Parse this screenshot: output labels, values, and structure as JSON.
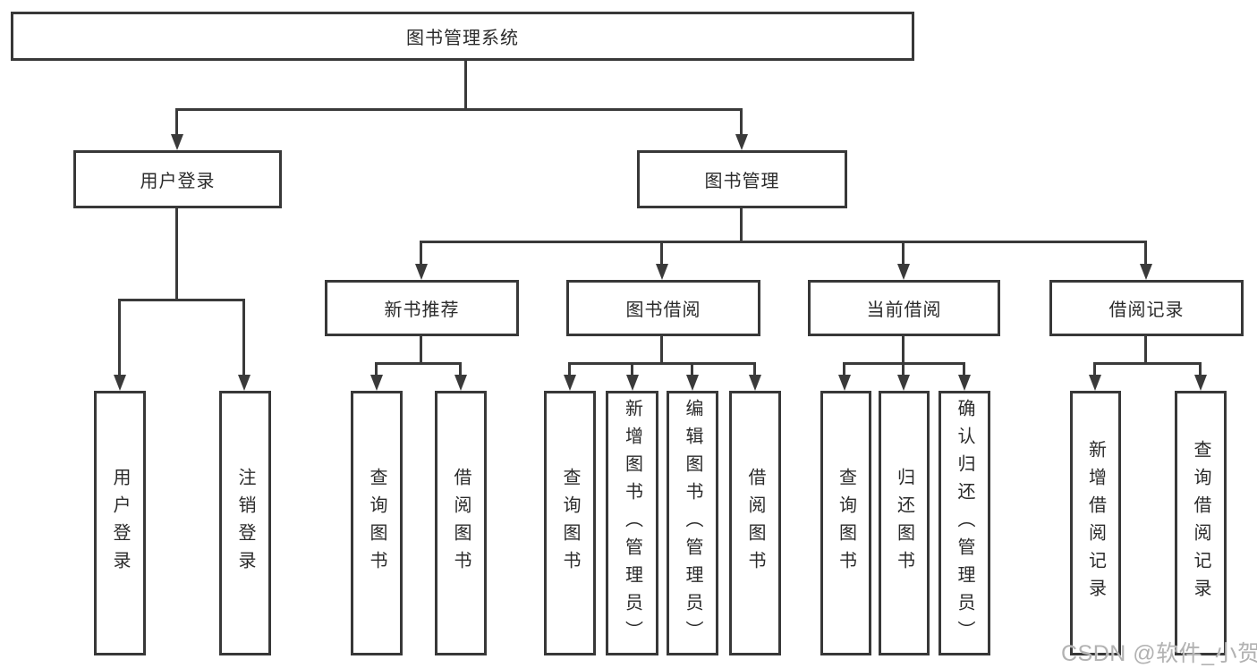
{
  "diagram": {
    "root": {
      "label": "图书管理系统"
    },
    "level2": [
      {
        "label": "用户登录"
      },
      {
        "label": "图书管理"
      }
    ],
    "level3": [
      {
        "label": "新书推荐"
      },
      {
        "label": "图书借阅"
      },
      {
        "label": "当前借阅"
      },
      {
        "label": "借阅记录"
      }
    ],
    "leaves": {
      "user_login": [
        "用户登录",
        "注销登录"
      ],
      "new_book": [
        "查询图书",
        "借阅图书"
      ],
      "book_borrow": [
        "查询图书",
        "新增图书（管理员）",
        "编辑图书（管理员）",
        "借阅图书"
      ],
      "current_borrow": [
        "查询图书",
        "归还图书",
        "确认归还（管理员）"
      ],
      "borrow_record": [
        "新增借阅记录",
        "查询借阅记录"
      ]
    }
  },
  "watermark": {
    "text": "CSDN @软件_小贺同学"
  },
  "colors": {
    "line": "#3a3a3a",
    "box_border": "#383838",
    "box_fill": "#ffffff",
    "text": "#2b2b2b",
    "watermark": "#b2b2b2"
  }
}
